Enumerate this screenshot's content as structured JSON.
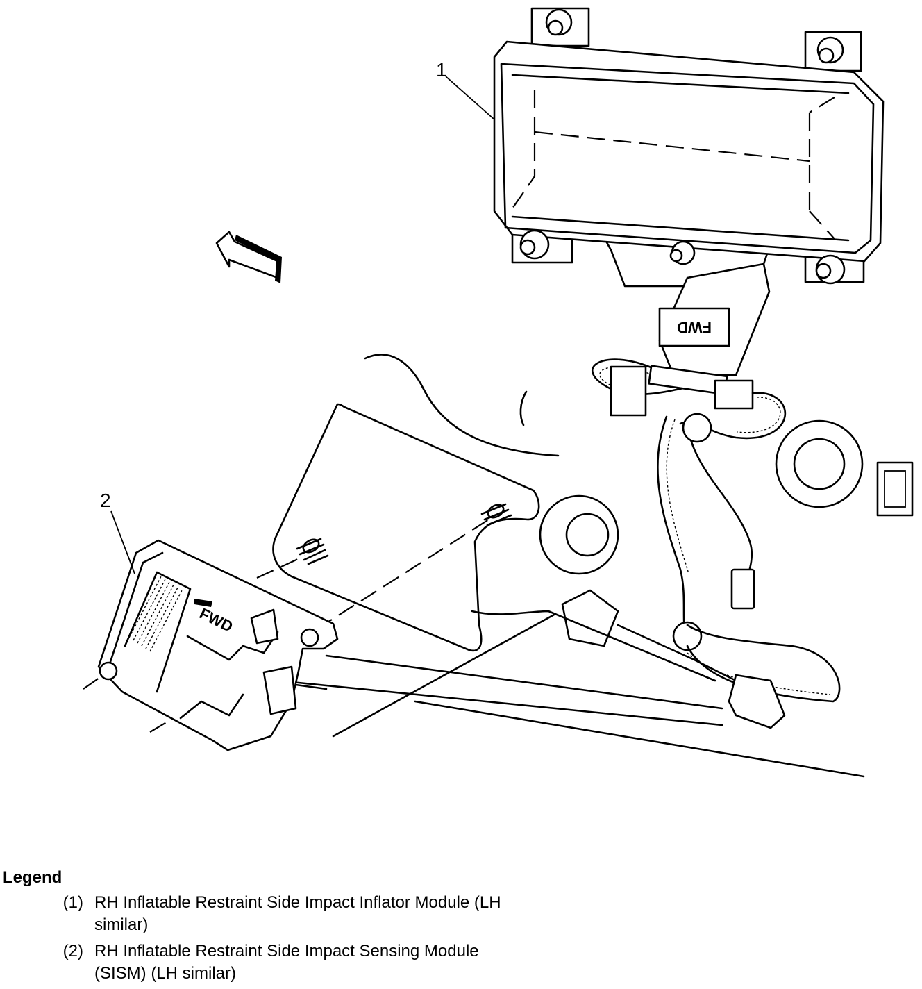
{
  "diagram": {
    "callouts": [
      {
        "id": "1",
        "label": "1"
      },
      {
        "id": "2",
        "label": "2"
      }
    ],
    "stamps": {
      "fwd_on_module": "FWD",
      "fwd_on_bracket": "FWD"
    }
  },
  "legend": {
    "title": "Legend",
    "items": [
      {
        "number": "(1)",
        "text": "RH Inflatable Restraint Side Impact Inflator Module (LH similar)"
      },
      {
        "number": "(2)",
        "text": "RH Inflatable Restraint Side Impact Sensing Module (SISM) (LH similar)"
      }
    ]
  }
}
